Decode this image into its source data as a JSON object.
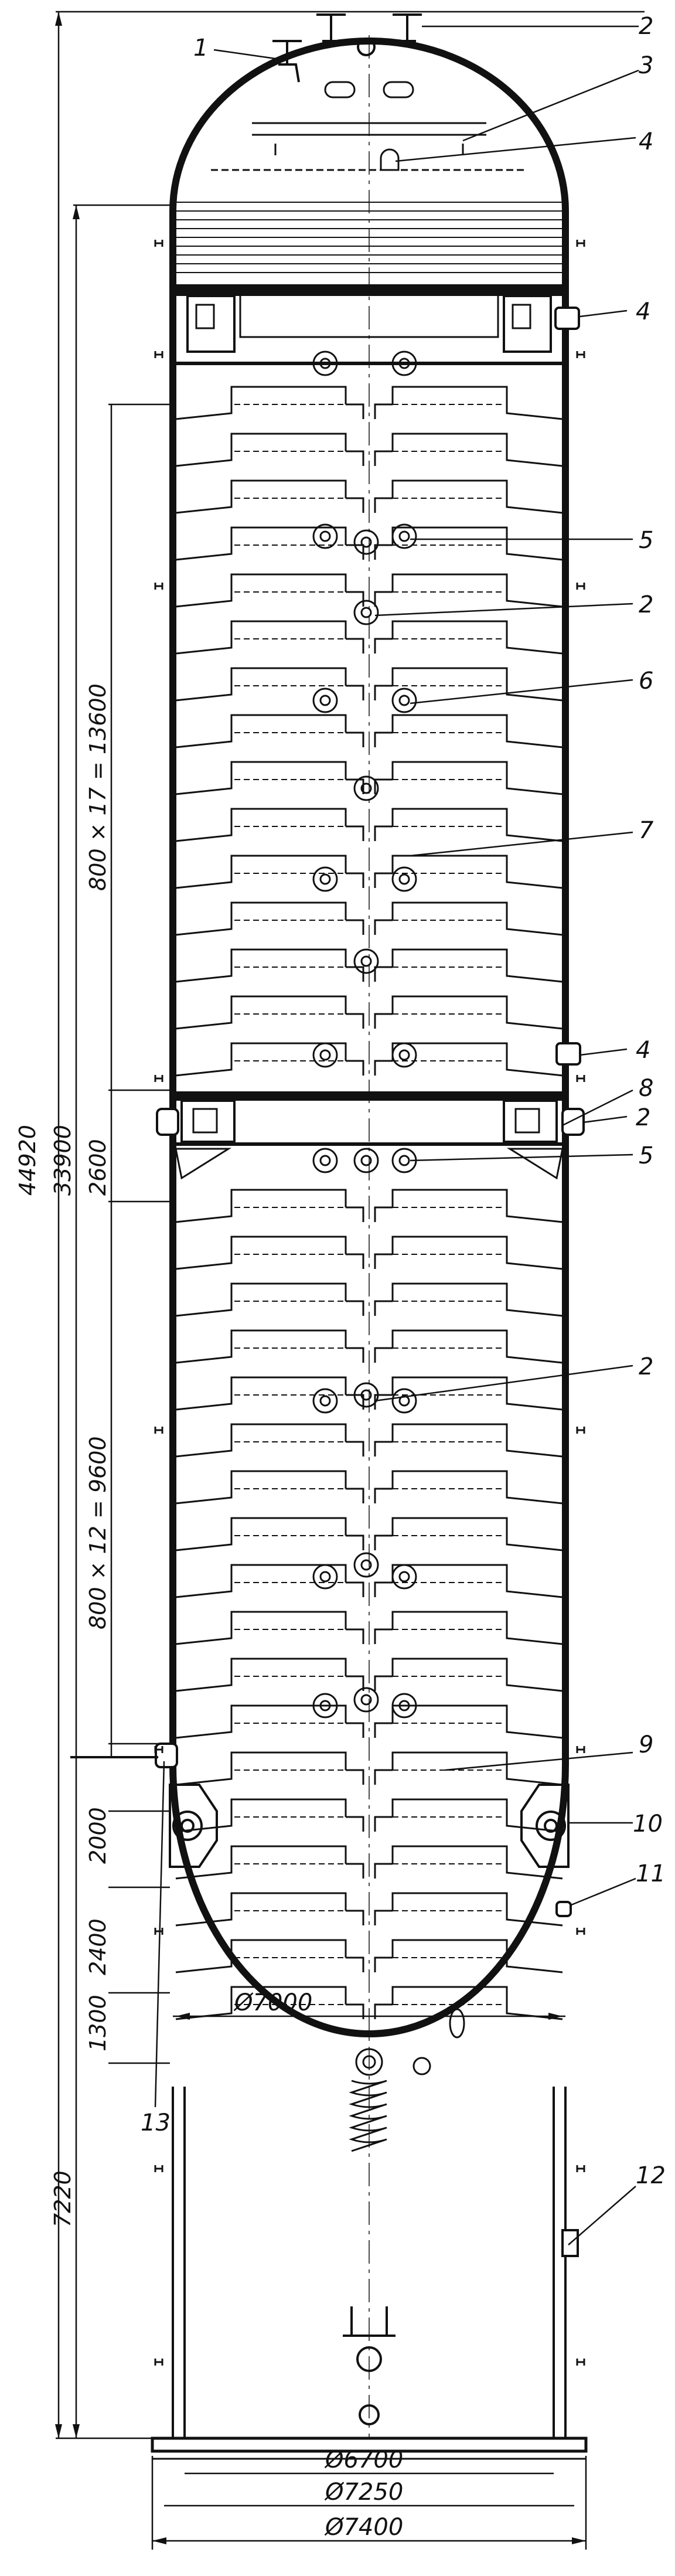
{
  "callouts": [
    {
      "id": "c1",
      "label": "1"
    },
    {
      "id": "c2a",
      "label": "2"
    },
    {
      "id": "c3",
      "label": "3"
    },
    {
      "id": "c4a",
      "label": "4"
    },
    {
      "id": "c4b",
      "label": "4"
    },
    {
      "id": "c5a",
      "label": "5"
    },
    {
      "id": "c2b",
      "label": "2"
    },
    {
      "id": "c6",
      "label": "6"
    },
    {
      "id": "c7",
      "label": "7"
    },
    {
      "id": "c4c",
      "label": "4"
    },
    {
      "id": "c8",
      "label": "8"
    },
    {
      "id": "c2c",
      "label": "2"
    },
    {
      "id": "c5b",
      "label": "5"
    },
    {
      "id": "c2d",
      "label": "2"
    },
    {
      "id": "c9",
      "label": "9"
    },
    {
      "id": "c10",
      "label": "10"
    },
    {
      "id": "c11",
      "label": "11"
    },
    {
      "id": "c12",
      "label": "12"
    },
    {
      "id": "c13",
      "label": "13"
    }
  ],
  "dimensions": {
    "total_height": "44920",
    "shell_height": "33900",
    "upper_trays": "800 × 17 = 13600",
    "middle_section": "2600",
    "lower_trays": "800 × 12 = 9600",
    "dim_2000": "2000",
    "dim_2400": "2400",
    "dim_1300": "1300",
    "skirt_height": "7220",
    "inner_diameter": "Ø7000",
    "base_d1": "Ø6700",
    "base_d2": "Ø7250",
    "base_d3": "Ø7400"
  }
}
